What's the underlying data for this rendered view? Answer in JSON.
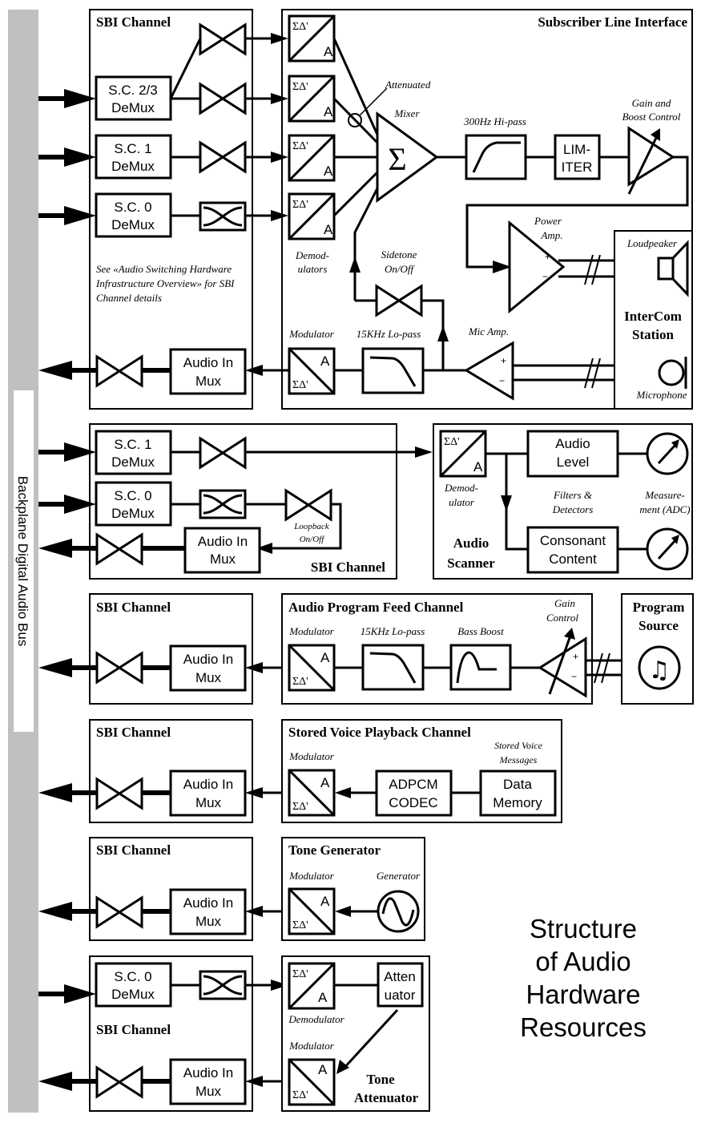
{
  "title": [
    "Structure",
    "of Audio",
    "Hardware",
    "Resources"
  ],
  "backplane": {
    "label": "Backplane Digital Audio Bus",
    "color": "#c0c0c0"
  },
  "common": {
    "sbi_channel": "SBI Channel",
    "sigma_delta": "ΣΔ'",
    "analog": "A",
    "audio_in_mux": [
      "Audio In",
      "Mux"
    ],
    "modulator": "Modulator",
    "demodulator": "Demodulator",
    "lopass": "15KHz Lo-pass"
  },
  "section1": {
    "sbi": {
      "demux": [
        [
          "S.C. 2/3",
          "DeMux"
        ],
        [
          "S.C. 1",
          "DeMux"
        ],
        [
          "S.C. 0",
          "DeMux"
        ]
      ],
      "note": [
        "See «Audio Switching Hardware",
        "Infrastructure Overview» for SBI",
        "Channel details"
      ]
    },
    "sli": {
      "title": "Subscriber Line Interface",
      "attenuated": "Attenuated",
      "mixer": "Mixer",
      "sigma": "Σ",
      "demodulators": [
        "Demod-",
        "ulators"
      ],
      "hipass": "300Hz Hi-pass",
      "limiter": [
        "LIM-",
        "ITER"
      ],
      "gain_boost": [
        "Gain and",
        "Boost Control"
      ],
      "power_amp": [
        "Power",
        "Amp."
      ],
      "sidetone": [
        "Sidetone",
        "On/Off"
      ],
      "mic_amp": "Mic Amp."
    },
    "intercom": {
      "title": [
        "InterCom",
        "Station"
      ],
      "loudspeaker": "Loudpeaker",
      "microphone": "Microphone"
    }
  },
  "section2": {
    "sbi": {
      "demux": [
        [
          "S.C. 1",
          "DeMux"
        ],
        [
          "S.C. 0",
          "DeMux"
        ]
      ],
      "loopback": [
        "Loopback",
        "On/Off"
      ]
    },
    "scanner": {
      "title": [
        "Audio",
        "Scanner"
      ],
      "demodulator": [
        "Demod-",
        "ulator"
      ],
      "audio_level": [
        "Audio",
        "Level"
      ],
      "consonant": [
        "Consonant",
        "Content"
      ],
      "filters": [
        "Filters &",
        "Detectors"
      ],
      "measurement": [
        "Measure-",
        "ment (ADC)"
      ]
    }
  },
  "section3": {
    "title": "Audio Program Feed Channel",
    "bass_boost": "Bass Boost",
    "gain_control": [
      "Gain",
      "Control"
    ],
    "source": [
      "Program",
      "Source"
    ]
  },
  "section4": {
    "title": "Stored Voice Playback Channel",
    "codec": [
      "ADPCM",
      "CODEC"
    ],
    "memory": [
      "Data",
      "Memory"
    ],
    "messages": [
      "Stored Voice",
      "Messages"
    ]
  },
  "section5": {
    "title": "Tone Generator",
    "generator": "Generator"
  },
  "section6": {
    "demux": [
      "S.C. 0",
      "DeMux"
    ],
    "attenuator": [
      "Atten",
      "uator"
    ],
    "title": [
      "Tone",
      "Attenuator"
    ]
  }
}
